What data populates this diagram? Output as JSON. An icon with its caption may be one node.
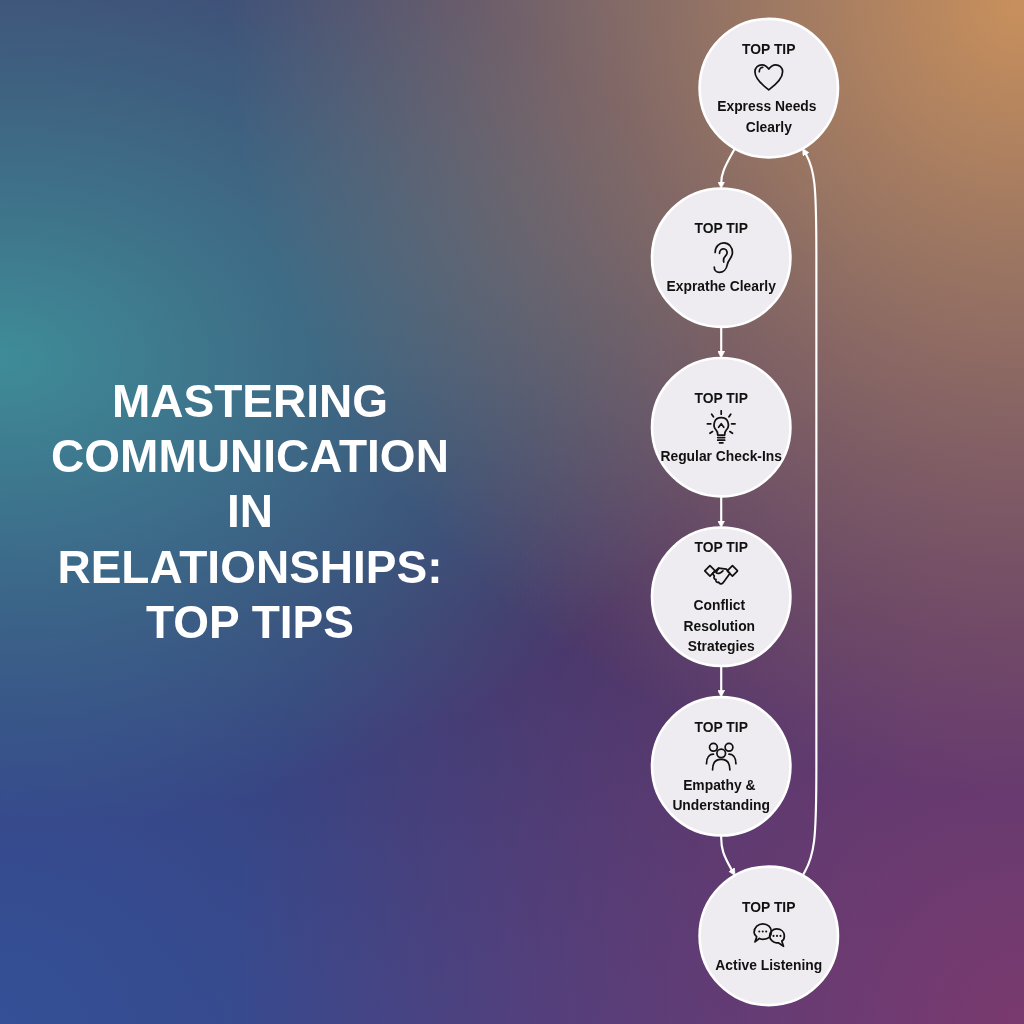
{
  "diagram": {
    "title": "MASTERING COMMUNICATION IN RELATIONSHIPS: TOP TIPS",
    "nodes": [
      {
        "text": [
          "TOP TIP",
          "Express Needs Clearly"
        ]
      },
      {
        "text": [
          "TOP TIP",
          "Exprathe Clearly"
        ]
      },
      {
        "text": [
          "TOP TIP",
          "Regular Check-Ins"
        ]
      },
      {
        "text": [
          "TOP TIP",
          "Conflict Resolution Strategies"
        ]
      },
      {
        "text": [
          "TOP TIP",
          "Empathy & Understanding"
        ]
      },
      {
        "text": [
          "TOP TIP",
          "Active Listening"
        ]
      }
    ],
    "edges": [
      {
        "from": 0,
        "to": 1,
        "arrow": "to"
      },
      {
        "from": 1,
        "to": 2,
        "arrow": "to"
      },
      {
        "from": 2,
        "to": 3,
        "arrow": "to"
      },
      {
        "from": 3,
        "to": 4,
        "arrow": "to"
      },
      {
        "from": 4,
        "to": 5,
        "arrow": "to"
      },
      {
        "from": 5,
        "to": 0,
        "arrow": "to"
      }
    ]
  }
}
